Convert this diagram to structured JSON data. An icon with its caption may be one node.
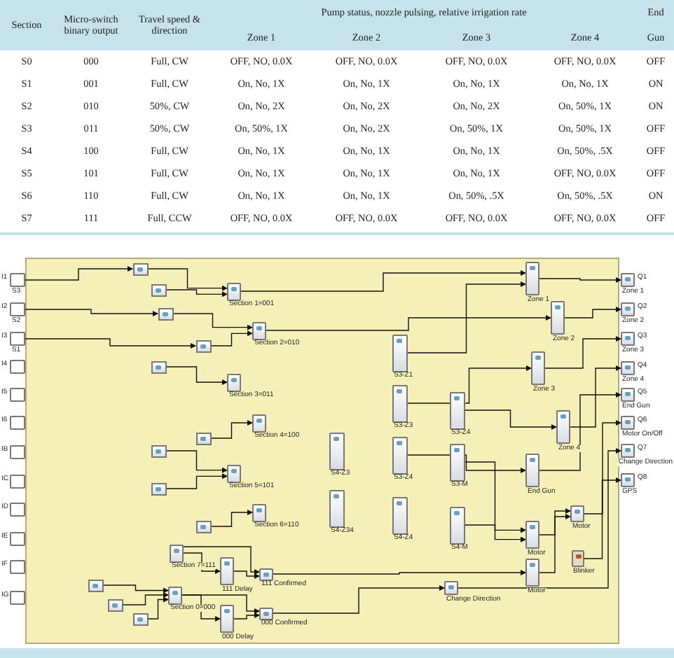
{
  "diagram": {
    "nodes": [
      {
        "text": [
          "I1",
          "S3"
        ]
      },
      {
        "text": [
          "I2",
          "S2"
        ]
      },
      {
        "text": [
          "I3",
          "S1"
        ]
      },
      {
        "text": [
          "I4"
        ]
      },
      {
        "text": [
          "I5"
        ]
      },
      {
        "text": [
          "I6"
        ]
      },
      {
        "text": [
          "IB"
        ]
      },
      {
        "text": [
          "IC"
        ]
      },
      {
        "text": [
          "ID"
        ]
      },
      {
        "text": [
          "IE"
        ]
      },
      {
        "text": [
          "IF"
        ]
      },
      {
        "text": [
          "IG"
        ]
      },
      {
        "text": [
          "Q1",
          "Zone 1"
        ]
      },
      {
        "text": [
          "Q2",
          "Zone 2"
        ]
      },
      {
        "text": [
          "Q3",
          "Zone 3"
        ]
      },
      {
        "text": [
          "Q4",
          "Zone 4"
        ]
      },
      {
        "text": [
          "Q5",
          "End Gun"
        ]
      },
      {
        "text": [
          "Q6",
          "Motor On/Off"
        ]
      },
      {
        "text": [
          "Q7",
          "Change Direction"
        ]
      },
      {
        "text": [
          "Q8",
          "GPS"
        ]
      },
      {
        "text": [],
        "shape": "box"
      },
      {
        "text": [],
        "shape": "box"
      },
      {
        "text": [],
        "shape": "box"
      },
      {
        "text": [],
        "shape": "box"
      },
      {
        "text": [],
        "shape": "box"
      },
      {
        "text": [],
        "shape": "box"
      },
      {
        "text": [],
        "shape": "box"
      },
      {
        "text": [],
        "shape": "box"
      },
      {
        "text": [],
        "shape": "box"
      },
      {
        "text": [],
        "shape": "box"
      },
      {
        "text": [],
        "shape": "box"
      },
      {
        "text": [],
        "shape": "box"
      },
      {
        "text": [
          "Section 1=001"
        ]
      },
      {
        "text": [
          "Section 2=010"
        ]
      },
      {
        "text": [
          "Section 3=011"
        ]
      },
      {
        "text": [
          "Section 4=100"
        ]
      },
      {
        "text": [
          "Section 5=101"
        ]
      },
      {
        "text": [
          "Section 6=110"
        ]
      },
      {
        "text": [
          "Section 7=111"
        ]
      },
      {
        "text": [
          "111 Delay"
        ]
      },
      {
        "text": [
          "111 Confirmed"
        ]
      },
      {
        "text": [
          "Section 0=000"
        ]
      },
      {
        "text": [
          "000 Delay"
        ]
      },
      {
        "text": [
          "000 Confirmed"
        ]
      },
      {
        "text": [
          "Zone 1"
        ]
      },
      {
        "text": [
          "Zone 2"
        ]
      },
      {
        "text": [
          "Zone 3"
        ]
      },
      {
        "text": [
          "Zone 4"
        ]
      },
      {
        "text": [
          "S3-Z1"
        ]
      },
      {
        "text": [
          "S3-Z3"
        ]
      },
      {
        "text": [
          "S3-Z4"
        ]
      },
      {
        "text": [
          "S4-Z3"
        ]
      },
      {
        "text": [
          "S3-Z4"
        ]
      },
      {
        "text": [
          "S3-M"
        ]
      },
      {
        "text": [
          "S4-Z34"
        ]
      },
      {
        "text": [
          "S4-Z4"
        ]
      },
      {
        "text": [
          "S4-M"
        ]
      },
      {
        "text": [
          "End Gun"
        ]
      },
      {
        "text": [
          "Motor"
        ]
      },
      {
        "text": [
          "Motor"
        ]
      },
      {
        "text": [
          "Motor"
        ]
      },
      {
        "text": [
          "Blinker"
        ]
      },
      {
        "text": [
          "Change Direction"
        ]
      }
    ],
    "edges": [
      {
        "from": 0,
        "to": 20,
        "arrow": "to"
      },
      {
        "from": 1,
        "to": 22,
        "arrow": "to"
      },
      {
        "from": 2,
        "to": 23,
        "arrow": "to"
      },
      {
        "from": 20,
        "to": 32,
        "arrow": "to"
      },
      {
        "from": 21,
        "to": 32,
        "arrow": "to"
      },
      {
        "from": 22,
        "to": 33,
        "arrow": "to"
      },
      {
        "from": 23,
        "to": 33,
        "arrow": "to"
      },
      {
        "from": 24,
        "to": 34,
        "arrow": "to"
      },
      {
        "from": 25,
        "to": 35,
        "arrow": "to"
      },
      {
        "from": 26,
        "to": 36,
        "arrow": "to"
      },
      {
        "from": 27,
        "to": 36,
        "arrow": "to"
      },
      {
        "from": 28,
        "to": 37,
        "arrow": "to"
      },
      {
        "from": 29,
        "to": 41,
        "arrow": "to"
      },
      {
        "from": 30,
        "to": 41,
        "arrow": "to"
      },
      {
        "from": 31,
        "to": 41,
        "arrow": "to"
      },
      {
        "from": 38,
        "to": 39,
        "arrow": "to"
      },
      {
        "from": 38,
        "to": 40,
        "arrow": "to"
      },
      {
        "from": 39,
        "to": 40,
        "arrow": "to"
      },
      {
        "from": 41,
        "to": 42,
        "arrow": "to"
      },
      {
        "from": 41,
        "to": 43,
        "arrow": "to"
      },
      {
        "from": 42,
        "to": 43,
        "arrow": "to"
      },
      {
        "from": 43,
        "to": 62,
        "arrow": "to"
      },
      {
        "from": 40,
        "to": 59,
        "arrow": "to"
      },
      {
        "from": 32,
        "to": 44,
        "arrow": "to"
      },
      {
        "from": 33,
        "to": 45,
        "arrow": "to"
      },
      {
        "from": 48,
        "to": 44,
        "arrow": "to"
      },
      {
        "from": 49,
        "to": 46,
        "arrow": "to"
      },
      {
        "from": 50,
        "to": 47,
        "arrow": "to"
      },
      {
        "from": 52,
        "to": 57,
        "arrow": "to"
      },
      {
        "from": 53,
        "to": 58,
        "arrow": "to"
      },
      {
        "from": 56,
        "to": 58,
        "arrow": "to"
      },
      {
        "from": 58,
        "to": 60,
        "arrow": "to"
      },
      {
        "from": 59,
        "to": 60,
        "arrow": "to"
      },
      {
        "from": 44,
        "to": 12,
        "arrow": "to"
      },
      {
        "from": 45,
        "to": 13,
        "arrow": "to"
      },
      {
        "from": 46,
        "to": 14,
        "arrow": "to"
      },
      {
        "from": 47,
        "to": 15,
        "arrow": "to"
      },
      {
        "from": 57,
        "to": 16,
        "arrow": "to"
      },
      {
        "from": 60,
        "to": 17,
        "arrow": "to"
      },
      {
        "from": 62,
        "to": 18,
        "arrow": "to"
      },
      {
        "from": 61,
        "to": 19,
        "arrow": "to"
      }
    ],
    "labels": [
      "Section",
      "Micro-switch binary output",
      "Travel speed & direction",
      "Pump status, nozzle pulsing, relative irrigation rate",
      "End",
      "Zone 1",
      "Zone 2",
      "Zone 3",
      "Zone 4",
      "Gun",
      "S0",
      "000",
      "Full, CW",
      "OFF, NO, 0.0X",
      "OFF, NO, 0.0X",
      "OFF, NO, 0.0X",
      "OFF, NO, 0.0X",
      "OFF",
      "S1",
      "001",
      "Full, CW",
      "On, No, 1X",
      "On, No, 1X",
      "On, No, 1X",
      "On, No, 1X",
      "ON",
      "S2",
      "010",
      "50%, CW",
      "On, No, 2X",
      "On, No, 2X",
      "On, No, 2X",
      "On, 50%, 1X",
      "ON",
      "S3",
      "011",
      "50%, CW",
      "On, 50%, 1X",
      "On, No, 2X",
      "On, 50%, 1X",
      "On, 50%, 1X",
      "OFF",
      "S4",
      "100",
      "Full, CW",
      "On, No, 1X",
      "On, No, 1X",
      "On, No, 1X",
      "On, 50%, .5X",
      "OFF",
      "S5",
      "101",
      "Full, CW",
      "On, No, 1X",
      "On, No, 1X",
      "On, No, 1X",
      "OFF, NO, 0.0X",
      "OFF",
      "S6",
      "110",
      "Full, CW",
      "On, No, 1X",
      "On, No, 1X",
      "On, 50%, .5X",
      "On, 50%, .5X",
      "ON",
      "S7",
      "111",
      "Full, CCW",
      "OFF, NO, 0.0X",
      "OFF, NO, 0.0X",
      "OFF, NO, 0.0X",
      "OFF, NO, 0.0X",
      "OFF"
    ]
  }
}
